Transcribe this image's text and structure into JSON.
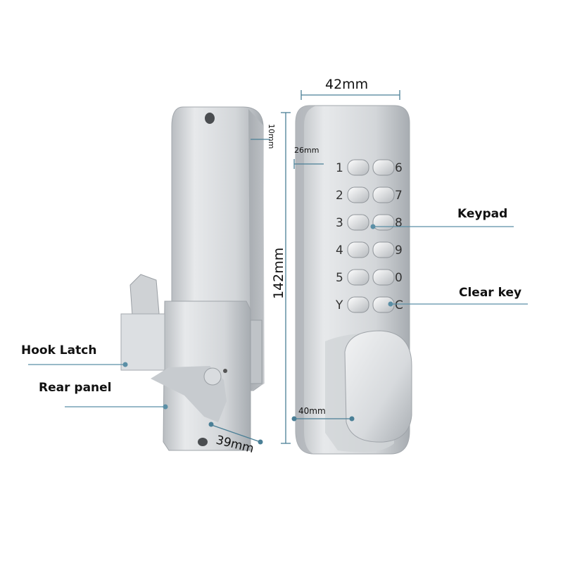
{
  "labels": {
    "keypad": "Keypad",
    "clear_key": "Clear key",
    "hook_latch": "Hook Latch",
    "rear_panel": "Rear panel"
  },
  "dimensions": {
    "width_front": "42mm",
    "height": "142mm",
    "thickness_side": "10mm",
    "key_offset": "26mm",
    "knob": "40mm",
    "rear_latch": "39mm"
  },
  "keypad_left": [
    "1",
    "2",
    "3",
    "4",
    "5",
    "Y"
  ],
  "keypad_right": [
    "6",
    "7",
    "8",
    "9",
    "0",
    "C"
  ],
  "colors": {
    "leader_line": "#5b8fa6",
    "dim_line": "#4a7f96",
    "metal_light": "#e6e8ea",
    "metal_mid": "#c9ccd0",
    "metal_dark": "#9a9fa4"
  }
}
